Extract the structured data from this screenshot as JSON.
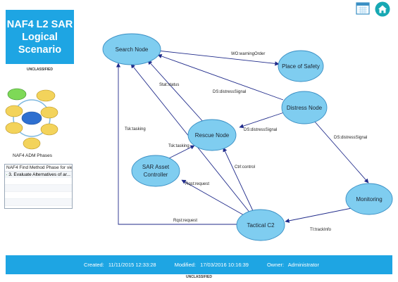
{
  "sidebar": {
    "title": "NAF4 L2 SAR\nLogical\nScenario",
    "classification_top": "UNCLASSIFIED",
    "adm_label": "NAF4 ADM Phases",
    "phase_box": {
      "header": "NAF4 Find Method Phase for view",
      "item": "3. Evaluate Alternatives of ar..."
    }
  },
  "toolbar": {
    "calendar_icon": "calendar-icon",
    "home_icon": "home-icon"
  },
  "colors": {
    "accent": "#1ea5e3",
    "node_fill": "#7fcdf0",
    "node_stroke": "#3a8fc4",
    "edge": "#1f2a8a",
    "home": "#17a8b3"
  },
  "diagram": {
    "nodes": {
      "search": "Search Node",
      "safety": "Place of Safety",
      "distress": "Distress Node",
      "rescue": "Rescue Node",
      "sar_asset": "SAR Asset Controller",
      "monitoring": "Monitoring",
      "tactical": "Tactical C2"
    },
    "edges": {
      "wo": "WO:warningOrder",
      "stat": "Stat:status",
      "ds1": "DS:distressSignal",
      "ds2": "DS:distressSignal",
      "ds3": "DS:distressSignal",
      "tsk1": "Tsk:tasking",
      "tsk2": "Tsk:tasking",
      "ctrl": "Ctrl:control",
      "rqst1": "Rqst:request",
      "rqst2": "Rqst:request",
      "ti": "TI:trackInfo"
    }
  },
  "footer": {
    "created_label": "Created:",
    "created_value": "11/11/2015 12:33:28",
    "modified_label": "Modified:",
    "modified_value": "17/03/2016 10:16:39",
    "owner_label": "Owner:",
    "owner_value": "Administrator"
  },
  "classification_bottom": "UNCLASSIFIED"
}
